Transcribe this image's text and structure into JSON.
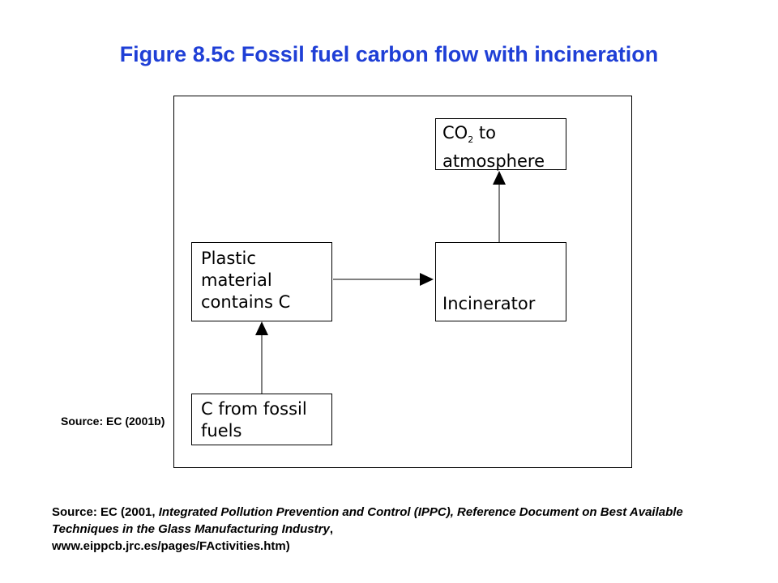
{
  "title": "Figure 8.5c Fossil fuel carbon flow with incineration",
  "diagram": {
    "co2": {
      "line1_main": "CO",
      "line1_sub": "2",
      "line1_rest": " to",
      "line2": "atmosphere"
    },
    "plastic": {
      "line1": "Plastic",
      "line2": "material",
      "line3": "contains C"
    },
    "incinerator": {
      "label": "Incinerator"
    },
    "fossil": {
      "line1": "C from fossil",
      "line2": "fuels"
    },
    "inline_source": "Source: EC (2001b)"
  },
  "footer": {
    "part1": "Source: EC (2001, ",
    "part2_italic": "Integrated Pollution Prevention and Control (IPPC), Reference Document on Best Available Techniques in the Glass Manufacturing Industry",
    "part3": ",",
    "url": "www.eippcb.jrc.es/pages/FActivities.htm)"
  }
}
